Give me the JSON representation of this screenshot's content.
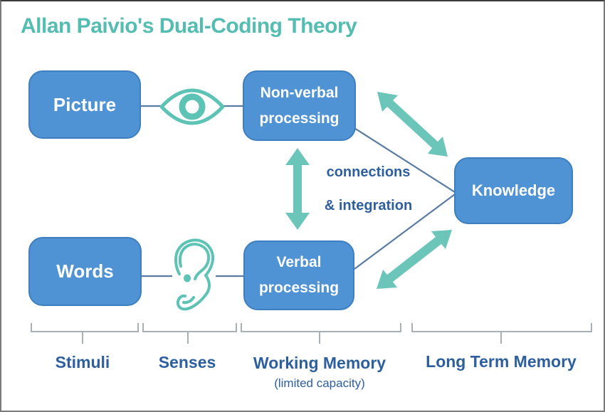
{
  "title": "Allan Paivio's Dual-Coding Theory",
  "boxes": {
    "picture": {
      "label": "Picture"
    },
    "nonverbal": {
      "label": "Non-verbal processing"
    },
    "words": {
      "label": "Words"
    },
    "verbal": {
      "label": "Verbal processing"
    },
    "knowledge": {
      "label": "Knowledge"
    }
  },
  "annotation": {
    "line1": "connections",
    "line2": "& integration"
  },
  "icons": [
    {
      "name": "eye-icon"
    },
    {
      "name": "ear-icon"
    }
  ],
  "stages": [
    {
      "label": "Stimuli"
    },
    {
      "label": "Senses"
    },
    {
      "label": "Working Memory",
      "sublabel": "(limited capacity)"
    },
    {
      "label": "Long Term Memory"
    }
  ],
  "colors": {
    "title_teal": "#54bdb1",
    "arrow_teal": "#6bc6b9",
    "icon_teal": "#5dc3b5",
    "box_blue": "#4f93d5",
    "box_border": "#3e7fc1",
    "label_blue": "#2d5f9f",
    "connector_line": "#5a7ca3",
    "bracket_gray": "#a8b0b5"
  }
}
